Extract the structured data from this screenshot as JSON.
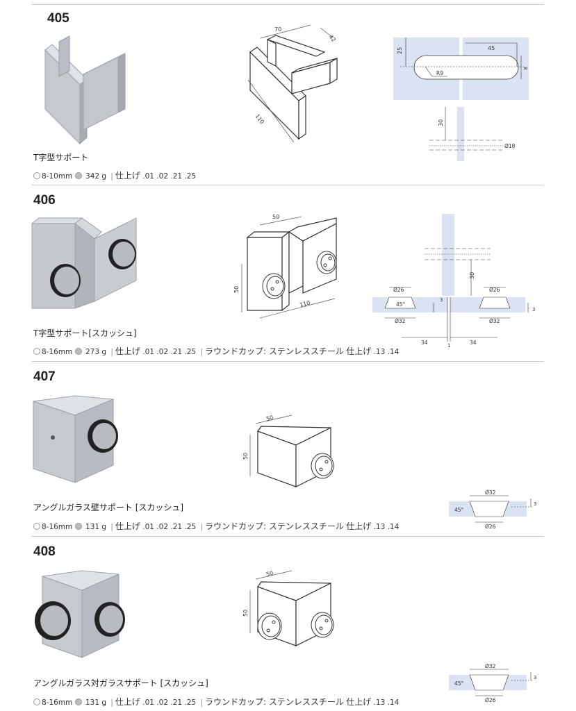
{
  "products": [
    {
      "code": "405",
      "name": "T字型サポート",
      "glass": "8-10mm",
      "weight": "342 g",
      "finish_label": "仕上げ",
      "finish_codes": ".01 .02 .21 .25",
      "dims": {
        "a": "70",
        "b": "42",
        "c": "110",
        "d": "25",
        "e": "45",
        "f": "R9",
        "g": "8",
        "h": "30",
        "i": "Ø18"
      }
    },
    {
      "code": "406",
      "name": "T字型サポート[スカッシュ]",
      "glass": "8-16mm",
      "weight": "273 g",
      "finish_label": "仕上げ",
      "finish_codes": ".01 .02 .21 .25",
      "cap_label": "ラウンドカップ: ステンレススチール",
      "cap_finish_label": "仕上げ",
      "cap_finish_codes": ".13 .14",
      "dims": {
        "a": "50",
        "b": "50",
        "c": "110",
        "d": "30",
        "e": "Ø26",
        "f": "Ø26",
        "g": "45°",
        "h": "Ø32",
        "i": "Ø32",
        "j": "3",
        "k": "3",
        "l": "34",
        "m": "34",
        "n": "1"
      }
    },
    {
      "code": "407",
      "name": "アングルガラス壁サポート [スカッシュ]",
      "glass": "8-16mm",
      "weight": "131 g",
      "finish_label": "仕上げ",
      "finish_codes": ".01 .02 .21 .25",
      "cap_label": "ラウンドカップ: ステンレススチール",
      "cap_finish_label": "仕上げ",
      "cap_finish_codes": ".13 .14",
      "dims": {
        "a": "50",
        "b": "50",
        "c": "Ø32",
        "d": "Ø26",
        "e": "45°",
        "f": "3"
      }
    },
    {
      "code": "408",
      "name": "アングルガラス対ガラスサポート [スカッシュ]",
      "glass": "8-16mm",
      "weight": "131 g",
      "finish_label": "仕上げ",
      "finish_codes": ".01 .02 .21 .25",
      "cap_label": "ラウンドカップ: ステンレススチール",
      "cap_finish_label": "仕上げ",
      "cap_finish_codes": ".13 .14",
      "dims": {
        "a": "50",
        "b": "50",
        "c": "Ø32",
        "d": "Ø26",
        "e": "45°",
        "f": "3"
      }
    }
  ],
  "colors": {
    "metal": "#c9cdd2",
    "metal_dark": "#9fa4aa",
    "highlight": "#dbe3f2",
    "line": "#333333"
  }
}
